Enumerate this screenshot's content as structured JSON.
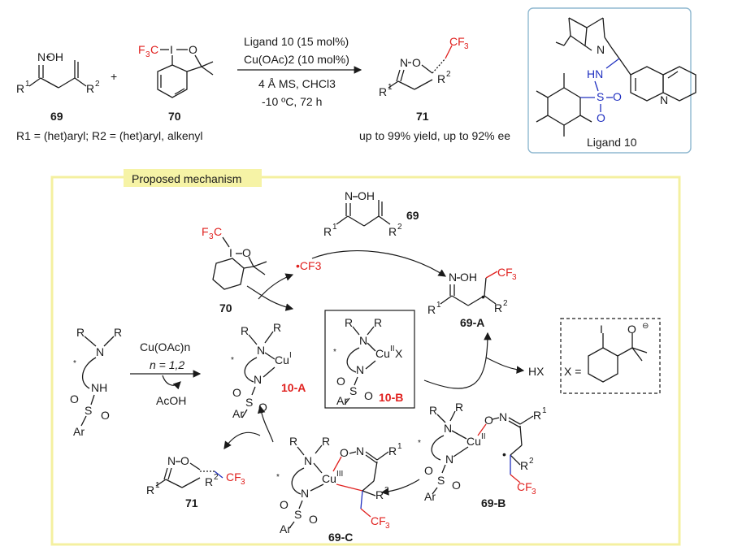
{
  "reaction": {
    "cond1": "Ligand 10 (15 mol%)",
    "cond2": "Cu(OAc)2 (10 mol%)",
    "cond3": "4 Å MS, CHCl3",
    "cond4": "-10 ºC, 72 h",
    "label_69": "69",
    "label_70": "70",
    "label_71": "71",
    "substituents": "R1 = (het)aryl; R2 = (het)aryl, alkenyl",
    "yield": "up to 99% yield, up to 92% ee"
  },
  "ligand": {
    "caption": "Ligand 10"
  },
  "mechanism": {
    "title": "Proposed mechanism",
    "cu_source": "Cu(OAc)n",
    "n_value": "n = 1,2",
    "acoh": "AcOH",
    "hx": "HX",
    "x_eq": "X =",
    "cf3_radical": "•CF3",
    "lbl_70": "70",
    "lbl_69": "69",
    "lbl_69A": "69-A",
    "lbl_69B": "69-B",
    "lbl_69C": "69-C",
    "lbl_71": "71",
    "lbl_10A": "10-A",
    "lbl_10B": "10-B"
  },
  "colors": {
    "frame": "#f4f0a0",
    "label_bg": "#f6f3a6",
    "ligand_border": "#8fb8d0",
    "red": "#e0201e",
    "blue": "#2030c0"
  }
}
